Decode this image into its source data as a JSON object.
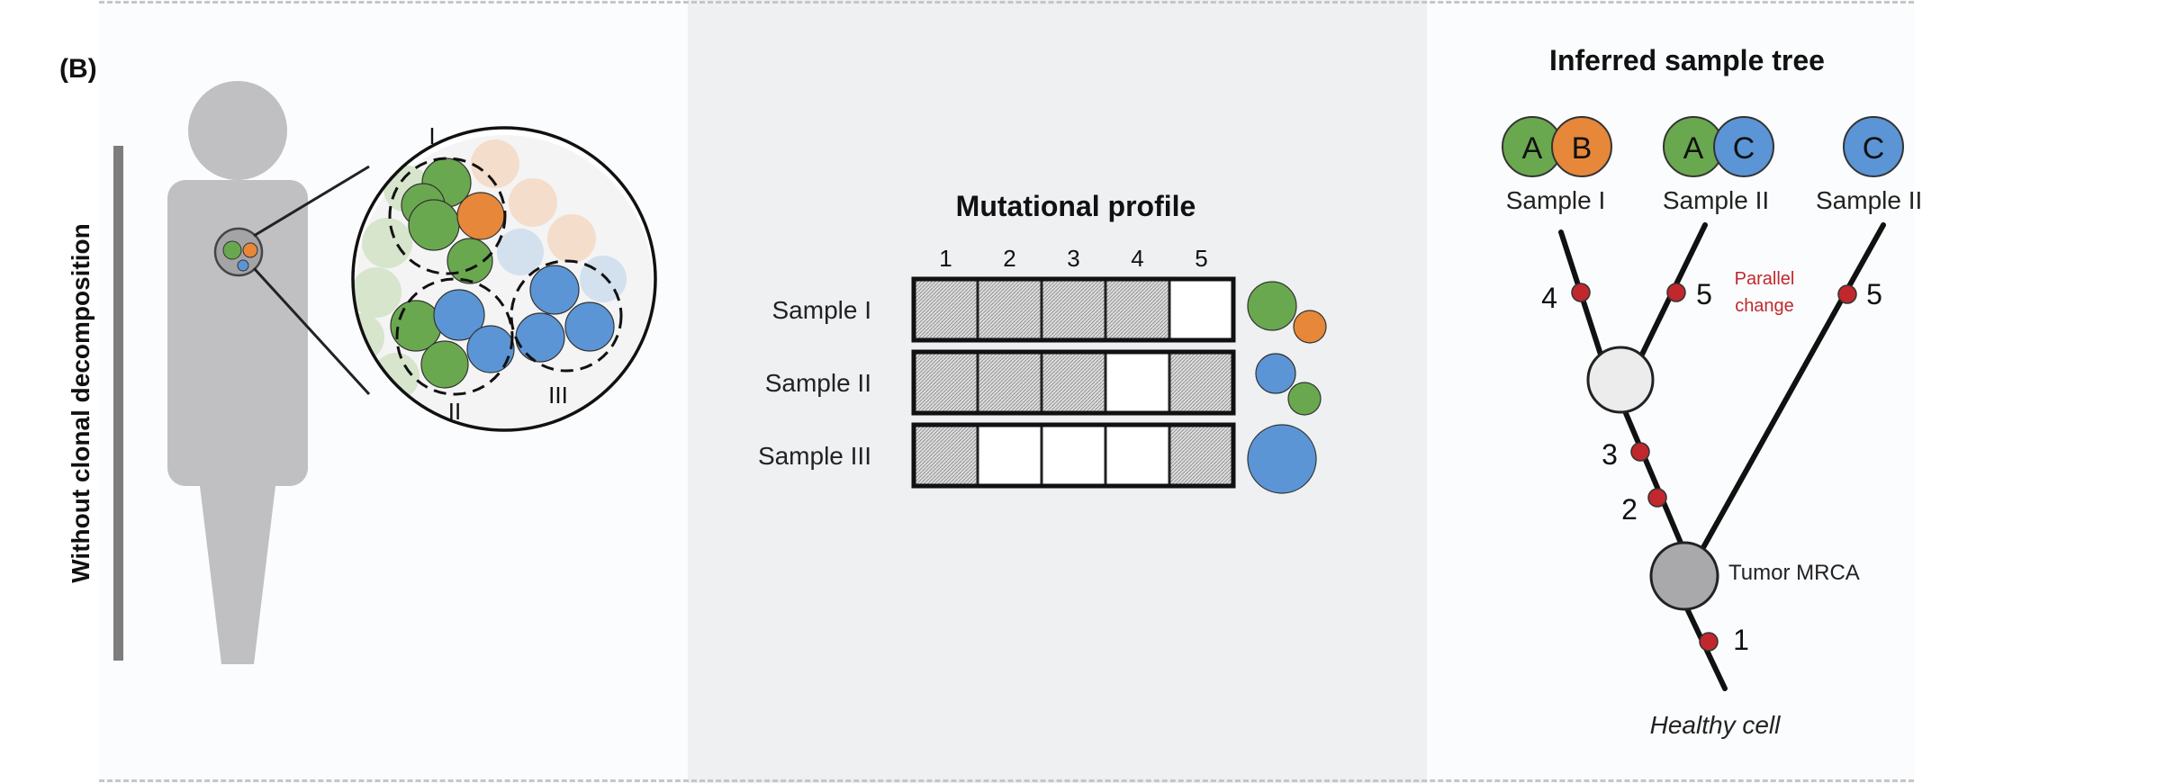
{
  "panel_label": "(B)",
  "side_label": "Without clonal decomposition",
  "region_labels": [
    "I",
    "II",
    "III"
  ],
  "profile": {
    "title": "Mutational profile",
    "columns": [
      "1",
      "2",
      "3",
      "4",
      "5"
    ],
    "rows": [
      {
        "label": "Sample I",
        "mutated": [
          true,
          true,
          true,
          true,
          false
        ]
      },
      {
        "label": "Sample II",
        "mutated": [
          true,
          true,
          true,
          false,
          true
        ]
      },
      {
        "label": "Sample III",
        "mutated": [
          true,
          false,
          false,
          false,
          true
        ]
      }
    ]
  },
  "tree": {
    "title": "Inferred sample tree",
    "samples": [
      {
        "label": "Sample I",
        "clones": [
          "A",
          "B"
        ]
      },
      {
        "label": "Sample II",
        "clones": [
          "A",
          "C"
        ]
      },
      {
        "label": "Sample II",
        "clones": [
          "C"
        ]
      }
    ],
    "mutation_labels": [
      "4",
      "5",
      "5",
      "3",
      "2",
      "1"
    ],
    "parallel_note": [
      "Parallel",
      "change"
    ],
    "mrca_label": "Tumor MRCA",
    "root_label": "Healthy cell"
  },
  "colors": {
    "clone_A": "#6aa84f",
    "clone_B": "#e6873a",
    "clone_C": "#5b95d5",
    "mutation_dot": "#c0282d",
    "parallel_text": "#c0282d",
    "body": "#c0c0c2",
    "side_bar": "#7d7d7d"
  }
}
